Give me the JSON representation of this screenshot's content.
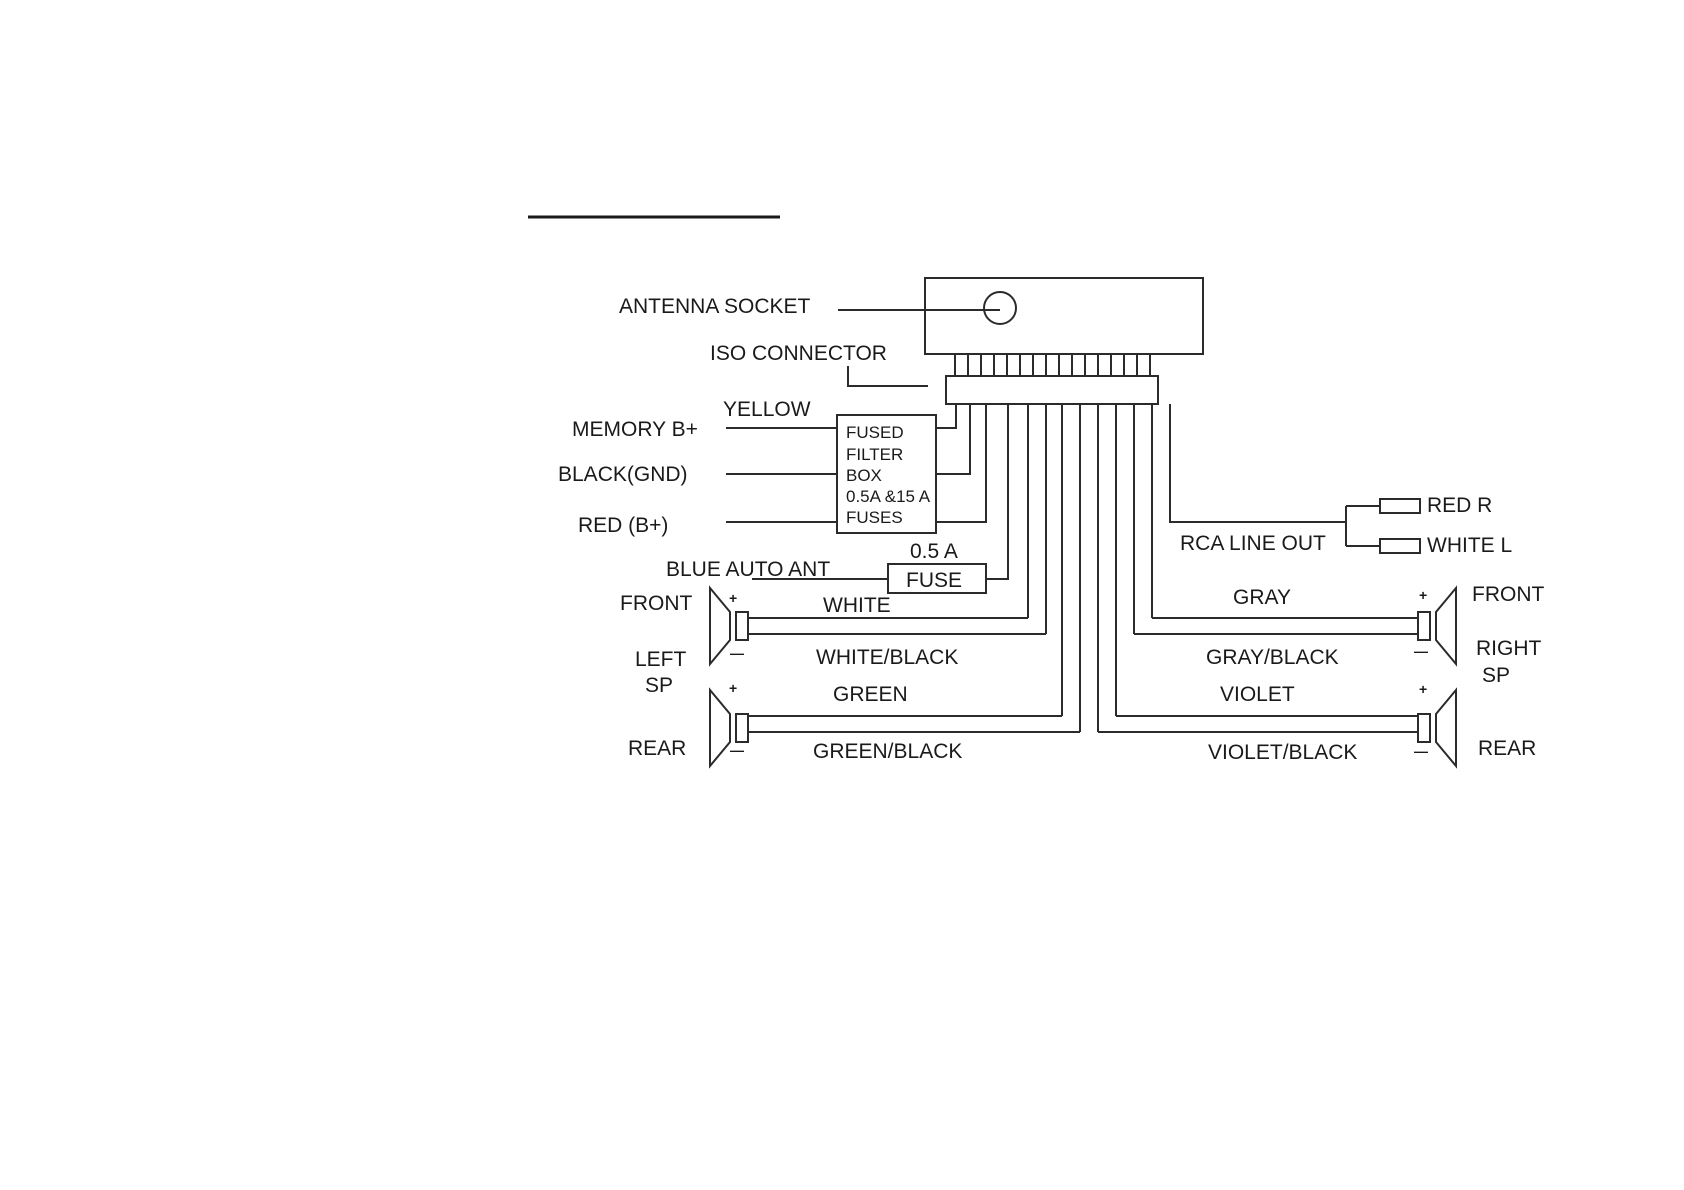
{
  "labels": {
    "antenna_socket": "ANTENNA SOCKET",
    "iso_connector": "ISO CONNECTOR",
    "yellow": "YELLOW",
    "memory_b": "MEMORY B+",
    "black_gnd": "BLACK(GND)",
    "red_b": "RED (B+)",
    "blue_auto_ant": "BLUE  AUTO ANT",
    "fuse_rating": "0.5  A",
    "fuse": "FUSE",
    "filter_box_lines": [
      "FUSED",
      "FILTER",
      "BOX",
      "0.5A &15 A",
      "FUSES"
    ],
    "rca_line_out": "RCA LINE OUT",
    "red_r": "RED R",
    "white_l": "WHITE  L",
    "white": "WHITE",
    "white_black": "WHITE/BLACK",
    "green": "GREEN",
    "green_black": "GREEN/BLACK",
    "gray": "GRAY",
    "gray_black": "GRAY/BLACK",
    "violet": "VIOLET",
    "violet_black": "VIOLET/BLACK",
    "left_front": "FRONT",
    "left": "LEFT",
    "sp_left": "SP",
    "left_rear": "REAR",
    "right_front": "FRONT",
    "right": "RIGHT",
    "sp_right": "SP",
    "right_rear": "REAR",
    "plus": "+",
    "minus": "—"
  }
}
